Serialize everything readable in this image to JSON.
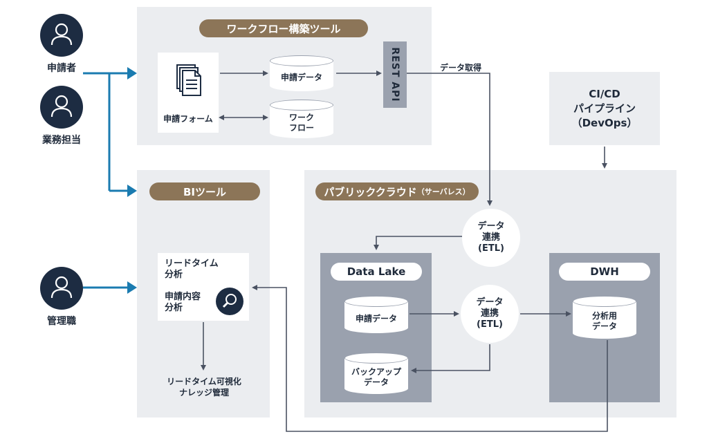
{
  "actors": {
    "applicant": "申請者",
    "operator": "業務担当",
    "manager": "管理職"
  },
  "workflow_tool": {
    "title": "ワークフロー構築ツール",
    "form_label": "申請フォーム",
    "db_application": "申請データ",
    "db_workflow": "ワーク\nフロー",
    "rest_api": "REST API"
  },
  "data_fetch_label": "データ取得",
  "cicd": {
    "label": "CI/CD\nパイプライン\n（DevOps）"
  },
  "bi_tool": {
    "title": "BIツール",
    "analysis_leadtime": "リードタイム\n分析",
    "analysis_content": "申請内容\n分析",
    "output": "リードタイム可視化\nナレッジ管理"
  },
  "public_cloud": {
    "title": "パブリッククラウド",
    "title_suffix": "（サーバレス）",
    "etl_top": "データ\n連携\n(ETL)",
    "etl_middle": "データ\n連携\n(ETL)",
    "data_lake": {
      "title": "Data Lake",
      "db_application": "申請データ",
      "db_backup": "バックアップ\nデータ"
    },
    "dwh": {
      "title": "DWH",
      "db_analysis": "分析用\nデータ"
    }
  },
  "colors": {
    "accent_blue": "#1a7bb0",
    "navy": "#1d2c42",
    "brown": "#8c7558",
    "panel": "#ebedf0",
    "inner": "#9aa1ae",
    "arrow": "#4a5262"
  }
}
